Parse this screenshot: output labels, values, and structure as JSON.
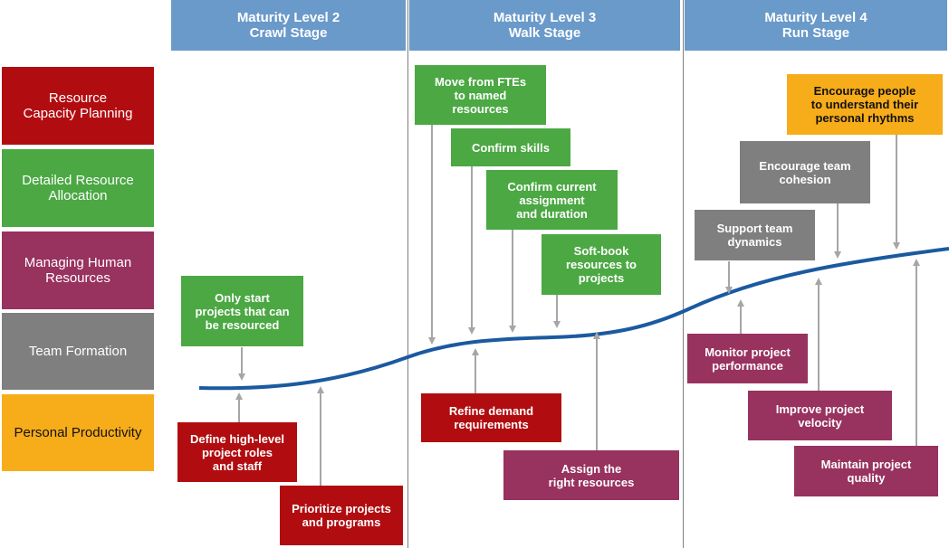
{
  "colors": {
    "header": "#6a9ac9",
    "capacity": "#b10d10",
    "allocation": "#4ba843",
    "human_resources": "#98325f",
    "team_formation": "#7f7f7f",
    "productivity": "#f7ac1a",
    "curve": "#1b5aa0",
    "arrow": "#a6a6a6",
    "divider": "#7f7f7f"
  },
  "stages": [
    {
      "level": "Maturity Level 2",
      "stage": "Crawl Stage"
    },
    {
      "level": "Maturity Level 3",
      "stage": "Walk Stage"
    },
    {
      "level": "Maturity Level 4",
      "stage": "Run Stage"
    }
  ],
  "legend": [
    {
      "line1": "Resource",
      "line2": "Capacity Planning"
    },
    {
      "line1": "Detailed Resource",
      "line2": "Allocation"
    },
    {
      "line1": "Managing Human",
      "line2": "Resources"
    },
    {
      "line1": "Team Formation",
      "line2": ""
    },
    {
      "line1": "Personal Productivity",
      "line2": ""
    }
  ],
  "boxes": {
    "only_start": [
      "Only start",
      "projects that can",
      "be resourced"
    ],
    "define_roles": [
      "Define high-level",
      "project roles",
      "and staff"
    ],
    "prioritize": [
      "Prioritize projects",
      "and programs"
    ],
    "move_ftes": [
      "Move from FTEs",
      "to named",
      "resources"
    ],
    "confirm_skills": [
      "Confirm skills"
    ],
    "confirm_assignment": [
      "Confirm current",
      "assignment",
      "and duration"
    ],
    "soft_book": [
      "Soft-book",
      "resources to",
      "projects"
    ],
    "refine_demand": [
      "Refine demand",
      "requirements"
    ],
    "assign_resources": [
      "Assign the",
      "right resources"
    ],
    "encourage_rhythms": [
      "Encourage people",
      "to understand their",
      "personal rhythms"
    ],
    "encourage_cohesion": [
      "Encourage team",
      "cohesion"
    ],
    "support_dynamics": [
      "Support team",
      "dynamics"
    ],
    "monitor_performance": [
      "Monitor project",
      "performance"
    ],
    "improve_velocity": [
      "Improve project",
      "velocity"
    ],
    "maintain_quality": [
      "Maintain project",
      "quality"
    ]
  }
}
